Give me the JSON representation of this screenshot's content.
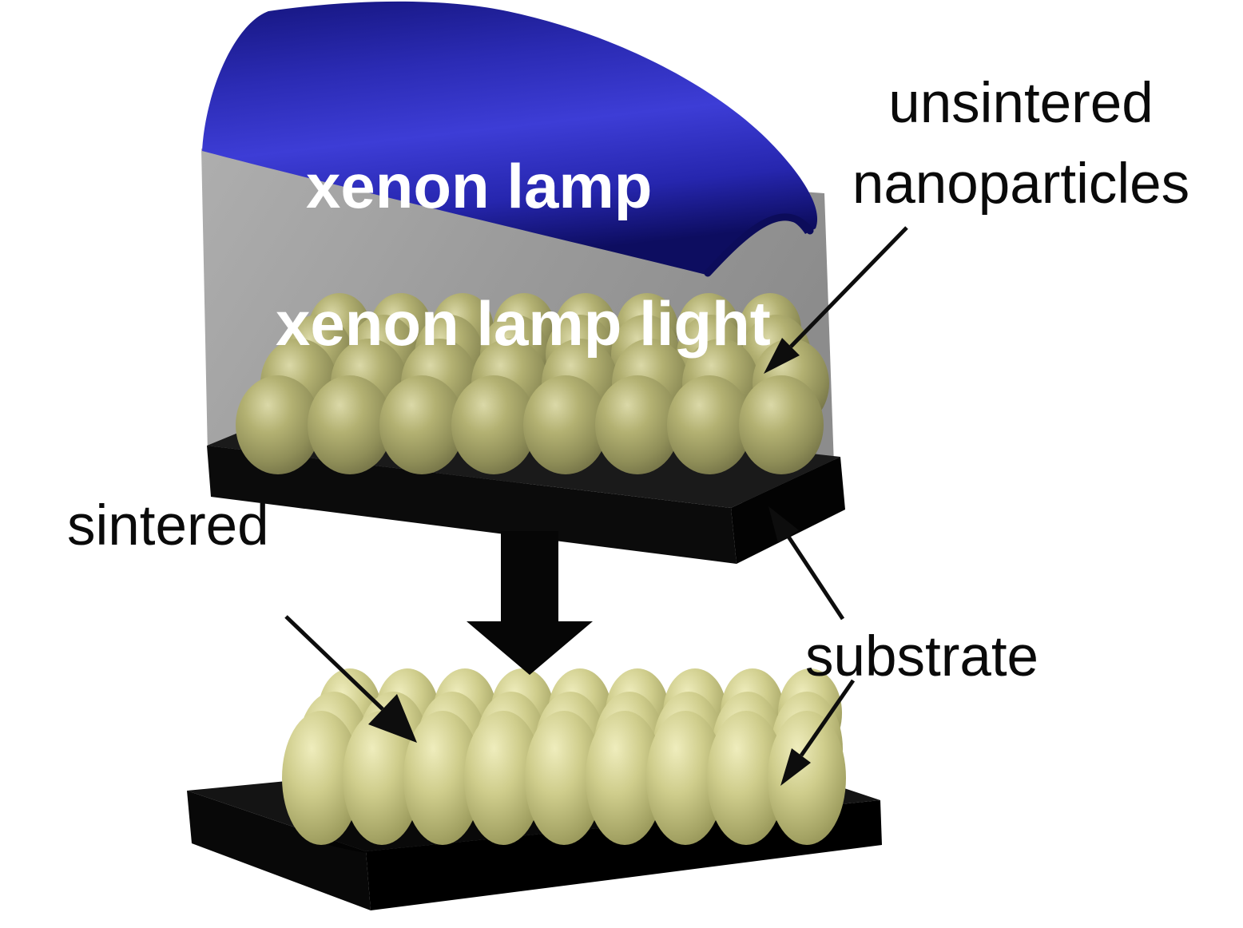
{
  "diagram": {
    "labels": {
      "xenon_lamp": "xenon lamp",
      "xenon_lamp_light": "xenon lamp light",
      "unsintered_line1": "unsintered",
      "unsintered_line2": "nanoparticles",
      "sintered": "sintered",
      "substrate": "substrate"
    },
    "colors": {
      "lamp_blue_bright": "#3d3dd6",
      "lamp_blue_dark": "#0d0d60",
      "light_box_gray": "#9a9a9a",
      "nanoparticle_olive": "#a9a768",
      "nanoparticle_highlight": "#dbd9a8",
      "sintered_olive": "#ccca8a",
      "sintered_highlight": "#efedbd",
      "substrate_black": "#0d0d0d",
      "annotation_text": "#0a0a0a",
      "overlay_text": "#ffffff"
    }
  }
}
